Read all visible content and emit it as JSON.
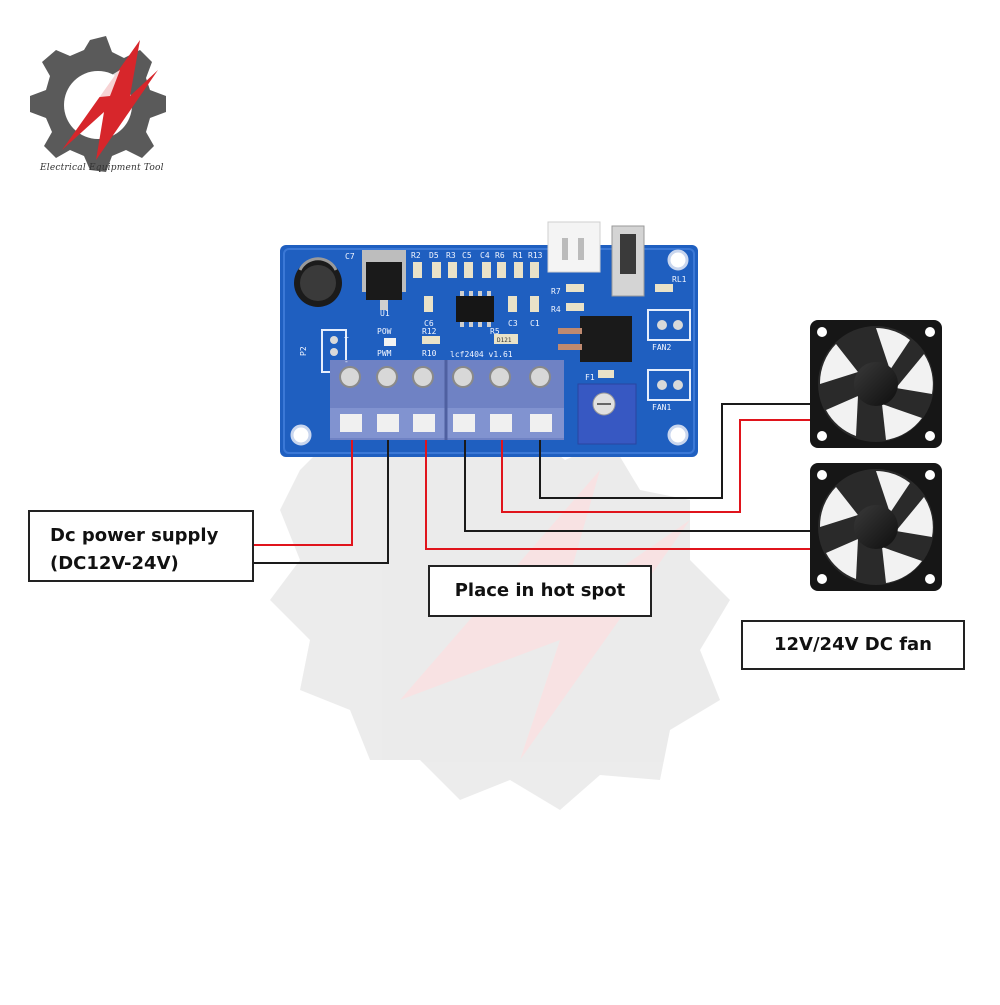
{
  "brand": {
    "name": "Electrical Equipment Tool",
    "colors": {
      "gear": "#5a5a5a",
      "accent": "#d7262b"
    }
  },
  "board": {
    "silkscreen": {
      "c7": "C7",
      "u1": "U1",
      "r2": "R2",
      "d5": "D5",
      "r3": "R3",
      "c5": "C5",
      "c4": "C4",
      "r6": "R6",
      "r1": "R1",
      "r13": "R13",
      "r7": "R7",
      "r4": "R4",
      "c6": "C6",
      "c3": "C3",
      "c1": "C1",
      "pow": "POW",
      "pwm": "PWM",
      "r12": "R12",
      "r10": "R10",
      "r5": "R5",
      "d121": "D121",
      "version": "lcf2404 v1.61",
      "p2": "P2",
      "fan2": "FAN2",
      "fan1": "FAN1",
      "f1": "F1",
      "rl1": "RL1",
      "plus": "+",
      "minus": "-"
    },
    "colors": {
      "pcb": "#1f5fc0",
      "terminal": "#6f82c4",
      "wire_red": "#e0141c",
      "wire_black": "#1a1a1a"
    }
  },
  "labels": {
    "power_line1": "Dc power supply",
    "power_line2": "(DC12V-24V)",
    "hot_spot": "Place in hot spot",
    "fan": "12V/24V DC fan"
  }
}
